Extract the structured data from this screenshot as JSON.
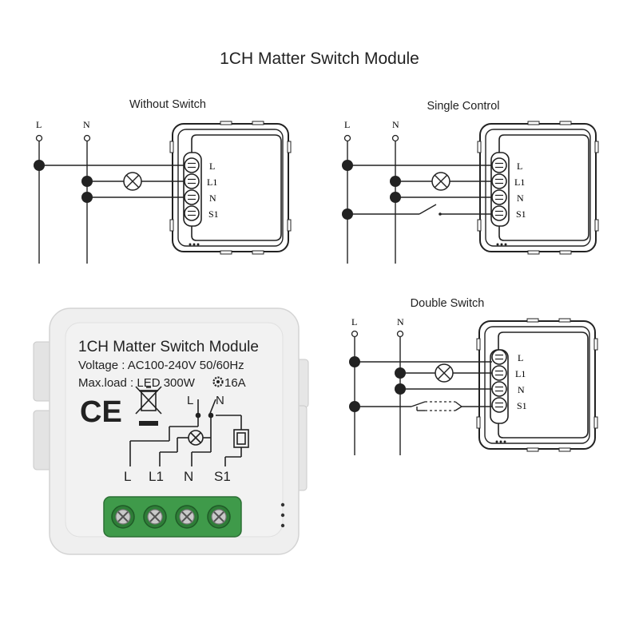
{
  "page": {
    "title": "1CH Matter Switch Module"
  },
  "wiring_labels": {
    "live": "L",
    "neutral": "N",
    "terminal_l": "L",
    "terminal_l1": "L1",
    "terminal_n": "N",
    "terminal_s1": "S1"
  },
  "diagrams": {
    "without_switch": {
      "title": "Without Switch"
    },
    "single_control": {
      "title": "Single Control"
    },
    "double_switch": {
      "title": "Double Switch"
    }
  },
  "device": {
    "title": "1CH Matter Switch Module",
    "voltage": "Voltage : AC100-240V 50/60Hz",
    "maxload_prefix": "Max.load : LED 300W",
    "maxload_current": "16A",
    "ce_mark": "CE",
    "schematic_l": "L",
    "schematic_n": "N",
    "terminal_labels": [
      "L",
      "L1",
      "N",
      "S1"
    ]
  },
  "colors": {
    "terminal_green": "#3f9a4a",
    "housing": "#ececec",
    "line": "#222222"
  }
}
